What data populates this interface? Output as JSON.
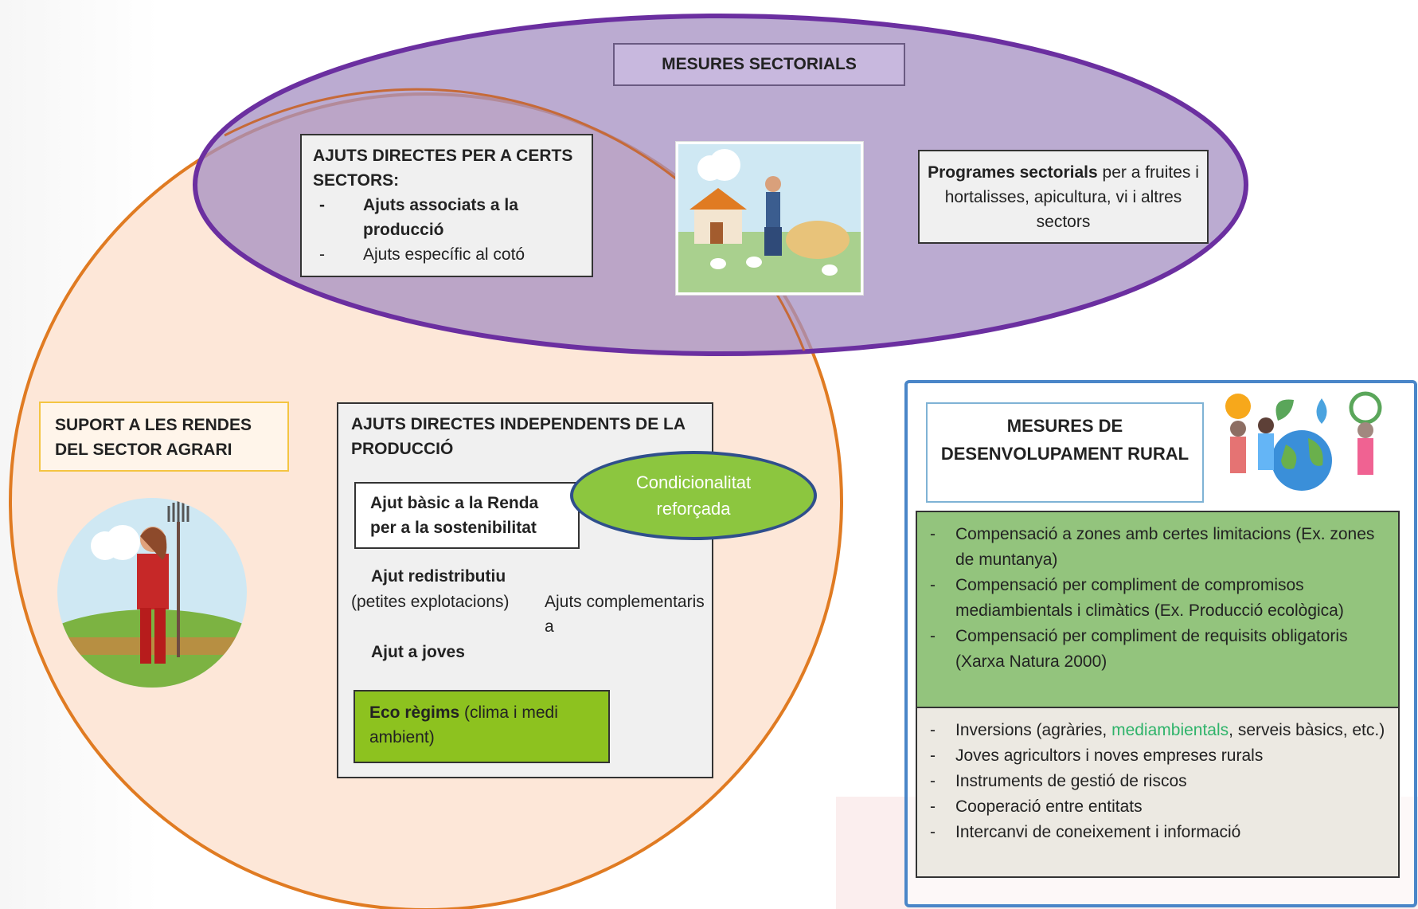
{
  "colors": {
    "purple_fill": "#b8a6cf",
    "purple_stroke": "#6b2fa0",
    "orange_fill": "#fde7d8",
    "orange_stroke": "#e07b22",
    "green_cond": "#8cc63f",
    "green_eco": "#8dc21f",
    "green_rural": "#93c47d",
    "blue_border": "#4a86c8"
  },
  "sectorial": {
    "title": "MESURES SECTORIALS",
    "direct_sectors": {
      "title": "AJUTS DIRECTES PER A CERTS SECTORS:",
      "item1": "Ajuts associats a la producció",
      "item2": "Ajuts específic al cotó"
    },
    "programs": {
      "bold": "Programes sectorials",
      "rest": " per a fruites i hortalisses, apicultura, vi i altres sectors"
    }
  },
  "support": {
    "title": "SUPORT A LES RENDES DEL SECTOR AGRARI"
  },
  "independent": {
    "title": "AJUTS DIRECTES INDEPENDENTS DE LA PRODUCCIÓ",
    "basic": "Ajut bàsic a la Renda per a la sostenibilitat",
    "conditionality": "Condicionalitat reforçada",
    "redistributive": "Ajut redistributiu",
    "small_farms": "(petites explotacions)",
    "complementary": "Ajuts complementaris a",
    "young": "Ajut a joves",
    "eco_bold": "Eco règims",
    "eco_rest": " (clima i medi ambient)"
  },
  "rural": {
    "title": "MESURES DE DESENVOLUPAMENT RURAL",
    "green_items": [
      "Compensació a zones amb certes limitacions (Ex. zones de muntanya)",
      "Compensació per compliment de compromisos mediambientals i climàtics (Ex. Producció ecològica)",
      "Compensació per compliment de requisits obligatoris (Xarxa Natura 2000)"
    ],
    "inv_prefix": "Inversions (agràries, ",
    "inv_green": "mediambientals",
    "inv_suffix": ", serveis bàsics, etc.)",
    "other_items": [
      "Joves agricultors i noves empreses rurals",
      "Instruments de gestió de riscos",
      "Cooperació entre entitats",
      "Intercanvi de coneixement i informació"
    ]
  }
}
